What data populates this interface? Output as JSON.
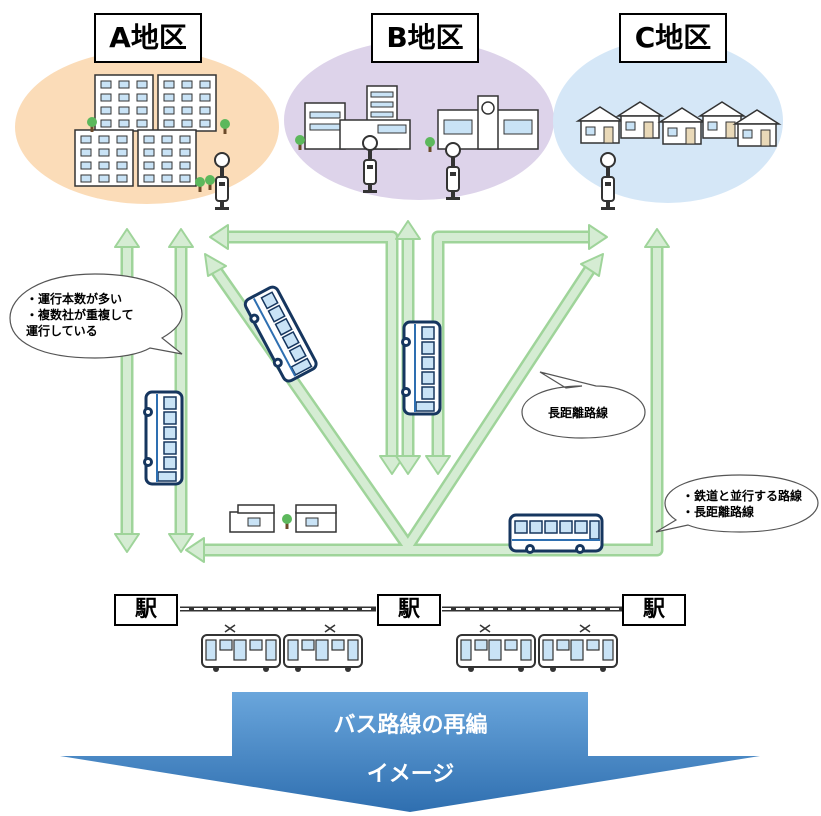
{
  "districts": [
    {
      "label": "A地区",
      "color": "#fbdcb8"
    },
    {
      "label": "B地区",
      "color": "#ddd3ea"
    },
    {
      "label": "C地区",
      "color": "#d5e7f7"
    }
  ],
  "callouts": {
    "left": [
      "・運行本数が多い",
      "・複数社が重複して",
      "運行している"
    ],
    "middle": "長距離路線",
    "right": [
      "・鉄道と並行する路線",
      "・長距離路線"
    ]
  },
  "stations": [
    "駅",
    "駅",
    "駅"
  ],
  "banner": {
    "line1": "バス路線の再編",
    "line2": "イメージ"
  },
  "colors": {
    "route_fill": "#d5ecd3",
    "route_stroke": "#9fd49a",
    "bus_body": "#ffffff",
    "bus_window": "#c9e3f6",
    "bus_outline": "#16365f",
    "banner_top": "#5b9bd5",
    "banner_bottom": "#2e6fb1"
  }
}
